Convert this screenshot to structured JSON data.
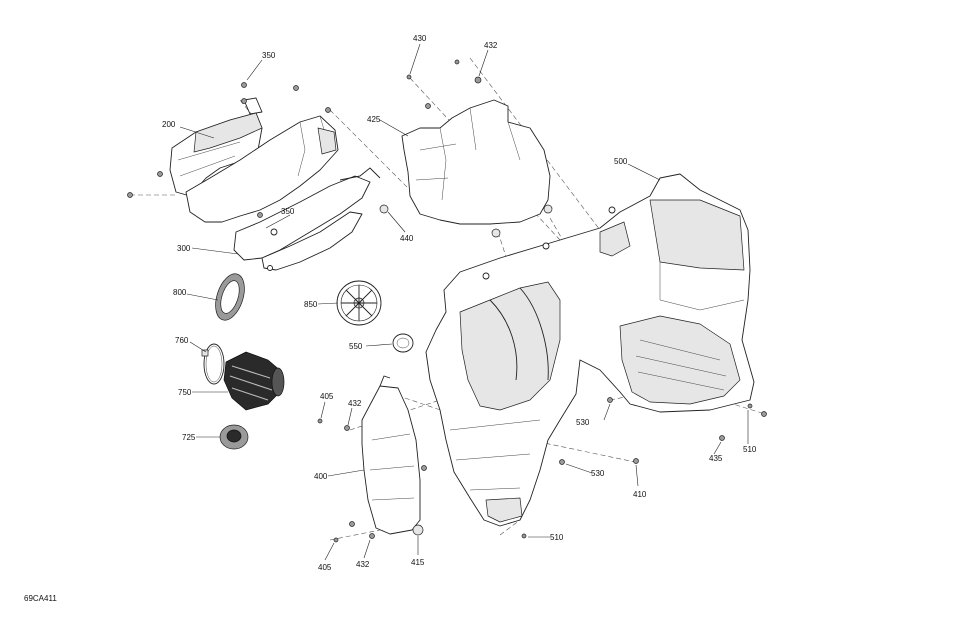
{
  "diagram": {
    "code": "69CA411",
    "labels": [
      {
        "id": "l350a",
        "text": "350"
      },
      {
        "id": "l200",
        "text": "200"
      },
      {
        "id": "l350b",
        "text": "350"
      },
      {
        "id": "l300",
        "text": "300"
      },
      {
        "id": "l800",
        "text": "800"
      },
      {
        "id": "l850",
        "text": "850"
      },
      {
        "id": "l550",
        "text": "550"
      },
      {
        "id": "l760",
        "text": "760"
      },
      {
        "id": "l750",
        "text": "750"
      },
      {
        "id": "l725",
        "text": "725"
      },
      {
        "id": "l405a",
        "text": "405"
      },
      {
        "id": "l432a",
        "text": "432"
      },
      {
        "id": "l400",
        "text": "400"
      },
      {
        "id": "l405b",
        "text": "405"
      },
      {
        "id": "l432b",
        "text": "432"
      },
      {
        "id": "l415",
        "text": "415"
      },
      {
        "id": "l430",
        "text": "430"
      },
      {
        "id": "l432c",
        "text": "432"
      },
      {
        "id": "l425",
        "text": "425"
      },
      {
        "id": "l440",
        "text": "440"
      },
      {
        "id": "l500",
        "text": "500"
      },
      {
        "id": "l530a",
        "text": "530"
      },
      {
        "id": "l530b",
        "text": "530"
      },
      {
        "id": "l410",
        "text": "410"
      },
      {
        "id": "l435",
        "text": "435"
      },
      {
        "id": "l510a",
        "text": "510"
      },
      {
        "id": "l510b",
        "text": "510"
      }
    ]
  }
}
